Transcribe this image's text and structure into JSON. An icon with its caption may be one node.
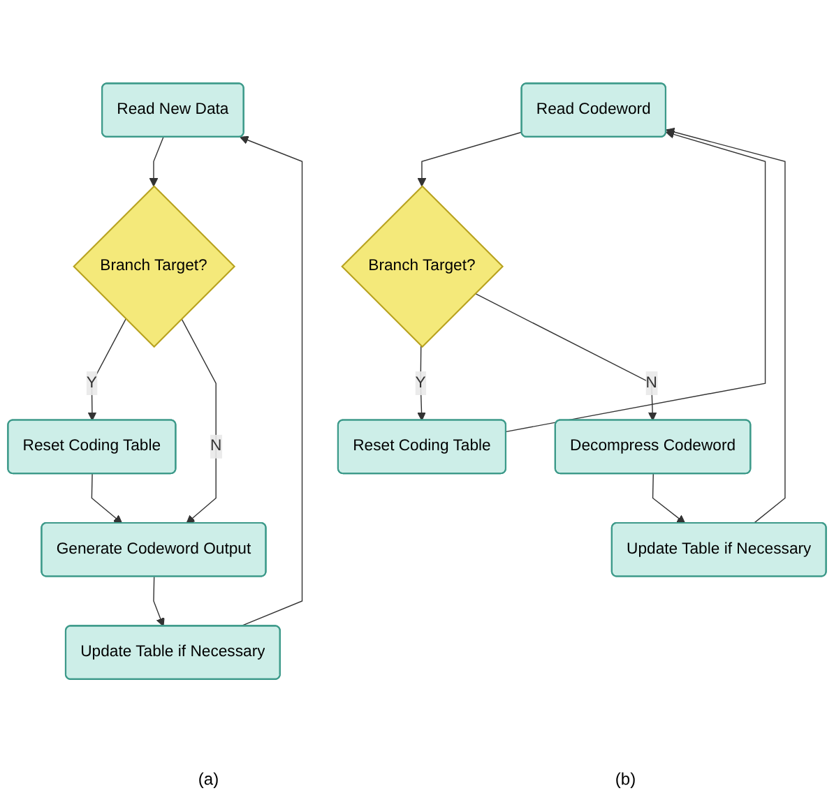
{
  "diagram": {
    "nodes": [
      {
        "text": [
          "Read New Data"
        ]
      },
      {
        "text": [
          "Branch Target?"
        ]
      },
      {
        "text": [
          "Reset Coding Table"
        ]
      },
      {
        "text": [
          "Generate Codeword Output"
        ]
      },
      {
        "text": [
          "Update Table if Necessary"
        ]
      },
      {
        "text": [
          "Read Codeword"
        ]
      },
      {
        "text": [
          "Branch Target?"
        ]
      },
      {
        "text": [
          "Reset Coding Table"
        ]
      },
      {
        "text": [
          "Decompress Codeword"
        ]
      },
      {
        "text": [
          "Update Table if Necessary"
        ]
      }
    ],
    "edges": [
      {
        "from": 0,
        "to": 1,
        "arrow": "to"
      },
      {
        "from": 1,
        "to": 2,
        "arrow": "to",
        "label": "Y"
      },
      {
        "from": 1,
        "to": 3,
        "arrow": "to",
        "label": "N"
      },
      {
        "from": 2,
        "to": 3,
        "arrow": "to"
      },
      {
        "from": 3,
        "to": 4,
        "arrow": "to"
      },
      {
        "from": 4,
        "to": 0,
        "arrow": "to"
      },
      {
        "from": 5,
        "to": 6,
        "arrow": "to"
      },
      {
        "from": 6,
        "to": 7,
        "arrow": "to",
        "label": "Y"
      },
      {
        "from": 6,
        "to": 8,
        "arrow": "to",
        "label": "N"
      },
      {
        "from": 8,
        "to": 9,
        "arrow": "to"
      },
      {
        "from": 9,
        "to": 5,
        "arrow": "to"
      },
      {
        "from": 7,
        "to": 5,
        "arrow": "to"
      }
    ],
    "labels": [
      "(a)",
      "(b)"
    ]
  }
}
